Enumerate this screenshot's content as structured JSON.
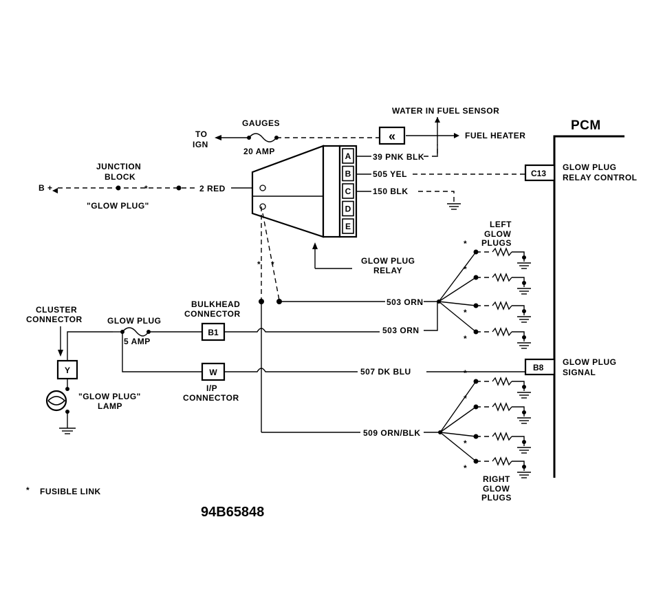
{
  "pcm": {
    "title": "PCM",
    "c13": "C13",
    "b8": "B8",
    "relay_ctrl_1": "GLOW PLUG",
    "relay_ctrl_2": "RELAY CONTROL",
    "signal_1": "GLOW PLUG",
    "signal_2": "SIGNAL"
  },
  "top": {
    "water_sensor": "WATER IN FUEL SENSOR",
    "fuel_heater": "FUEL HEATER",
    "gauges": "GAUGES",
    "amp20": "20 AMP",
    "to": "TO",
    "ign": "IGN"
  },
  "junction": {
    "l1": "JUNCTION",
    "l2": "BLOCK",
    "bplus": "B +",
    "fuse": "\"GLOW PLUG\"",
    "red": "2 RED"
  },
  "relay": {
    "pins": [
      "A",
      "B",
      "C",
      "D",
      "E"
    ],
    "circuits": [
      "39 PNK BLK",
      "505 YEL",
      "150 BLK"
    ],
    "l1": "GLOW PLUG",
    "l2": "RELAY"
  },
  "left": {
    "cluster_1": "CLUSTER",
    "cluster_2": "CONNECTOR",
    "glowplug": "GLOW PLUG",
    "amp5": "5 AMP",
    "bulk_1": "BULKHEAD",
    "bulk_2": "CONNECTOR",
    "b1": "B1",
    "w": "W",
    "y": "Y",
    "ip_1": "I/P",
    "ip_2": "CONNECTOR",
    "lamp_1": "\"GLOW PLUG\"",
    "lamp_2": "LAMP"
  },
  "wires": {
    "orn1": "503 ORN",
    "orn2": "503 ORN",
    "blu": "507 DK BLU",
    "ornblk": "509 ORN/BLK"
  },
  "plugs": {
    "left_1": "LEFT",
    "left_2": "GLOW",
    "left_3": "PLUGS",
    "right_1": "RIGHT",
    "right_2": "GLOW",
    "right_3": "PLUGS"
  },
  "legend": {
    "star": "*",
    "text": "FUSIBLE LINK"
  },
  "figure_id": "94B65848"
}
